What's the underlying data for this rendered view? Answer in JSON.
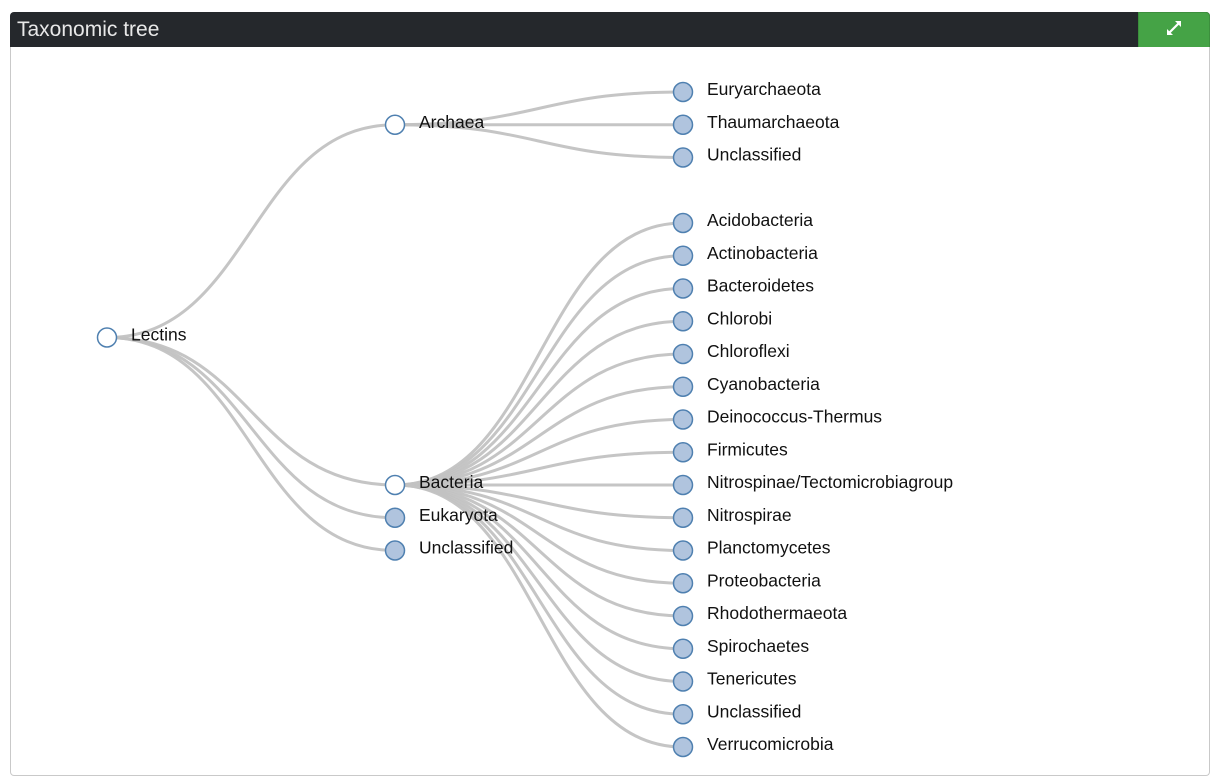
{
  "panel": {
    "title": "Taxonomic tree",
    "expand_icon": "expand-arrows-icon"
  },
  "colors": {
    "header_bg": "#25282c",
    "button_green": "#45a346",
    "link_gray": "#c2c2c2",
    "node_stroke": "#4f80b0",
    "leaf_fill": "#b0c4de",
    "collapsed_fill": "#ffffff"
  },
  "tree": {
    "name": "Lectins",
    "children": [
      {
        "name": "Archaea",
        "children": [
          {
            "name": "Euryarchaeota"
          },
          {
            "name": "Thaumarchaeota"
          },
          {
            "name": "Unclassified"
          }
        ]
      },
      {
        "name": "Bacteria",
        "children": [
          {
            "name": "Acidobacteria"
          },
          {
            "name": "Actinobacteria"
          },
          {
            "name": "Bacteroidetes"
          },
          {
            "name": "Chlorobi"
          },
          {
            "name": "Chloroflexi"
          },
          {
            "name": "Cyanobacteria"
          },
          {
            "name": "Deinococcus-Thermus"
          },
          {
            "name": "Firmicutes"
          },
          {
            "name": "Nitrospinae/Tectomicrobiagroup"
          },
          {
            "name": "Nitrospirae"
          },
          {
            "name": "Planctomycetes"
          },
          {
            "name": "Proteobacteria"
          },
          {
            "name": "Rhodothermaeota"
          },
          {
            "name": "Spirochaetes"
          },
          {
            "name": "Tenericutes"
          },
          {
            "name": "Unclassified"
          },
          {
            "name": "Verrucomicrobia"
          }
        ]
      },
      {
        "name": "Eukaryota"
      },
      {
        "name": "Unclassified"
      }
    ]
  }
}
